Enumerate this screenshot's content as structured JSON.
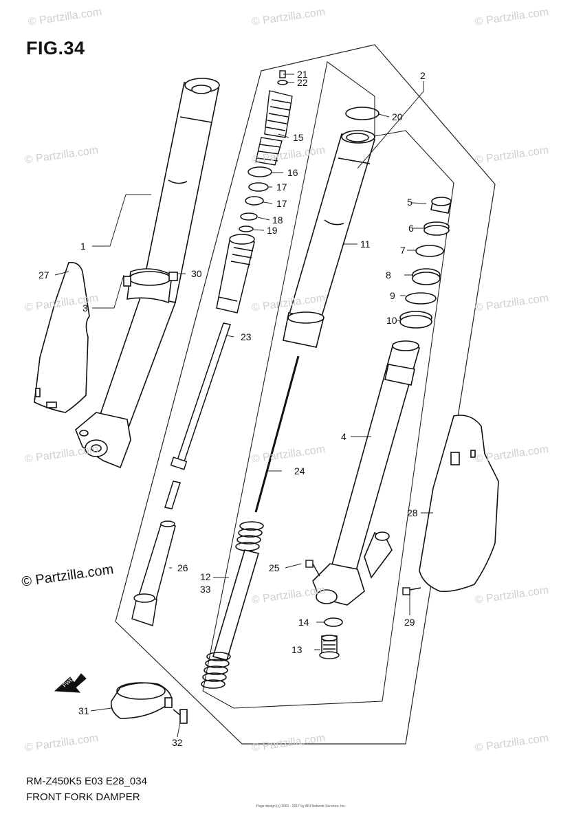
{
  "figure": {
    "title": "FIG.34",
    "model_code": "RM-Z450K5 E03 E28_034",
    "name": "FRONT FORK DAMPER"
  },
  "copyright": "© Partzilla.com",
  "watermark": "© Partzilla.com",
  "fine_print": "Page design (c) 2001 - 2017 by ARI Network Services, Inc.",
  "fwd_label": "FWD",
  "callouts": [
    "1",
    "2",
    "3",
    "4",
    "5",
    "6",
    "7",
    "8",
    "9",
    "10",
    "11",
    "12",
    "13",
    "14",
    "15",
    "16",
    "17",
    "17",
    "18",
    "19",
    "20",
    "21",
    "22",
    "23",
    "24",
    "25",
    "26",
    "27",
    "28",
    "29",
    "30",
    "31",
    "32",
    "33"
  ]
}
